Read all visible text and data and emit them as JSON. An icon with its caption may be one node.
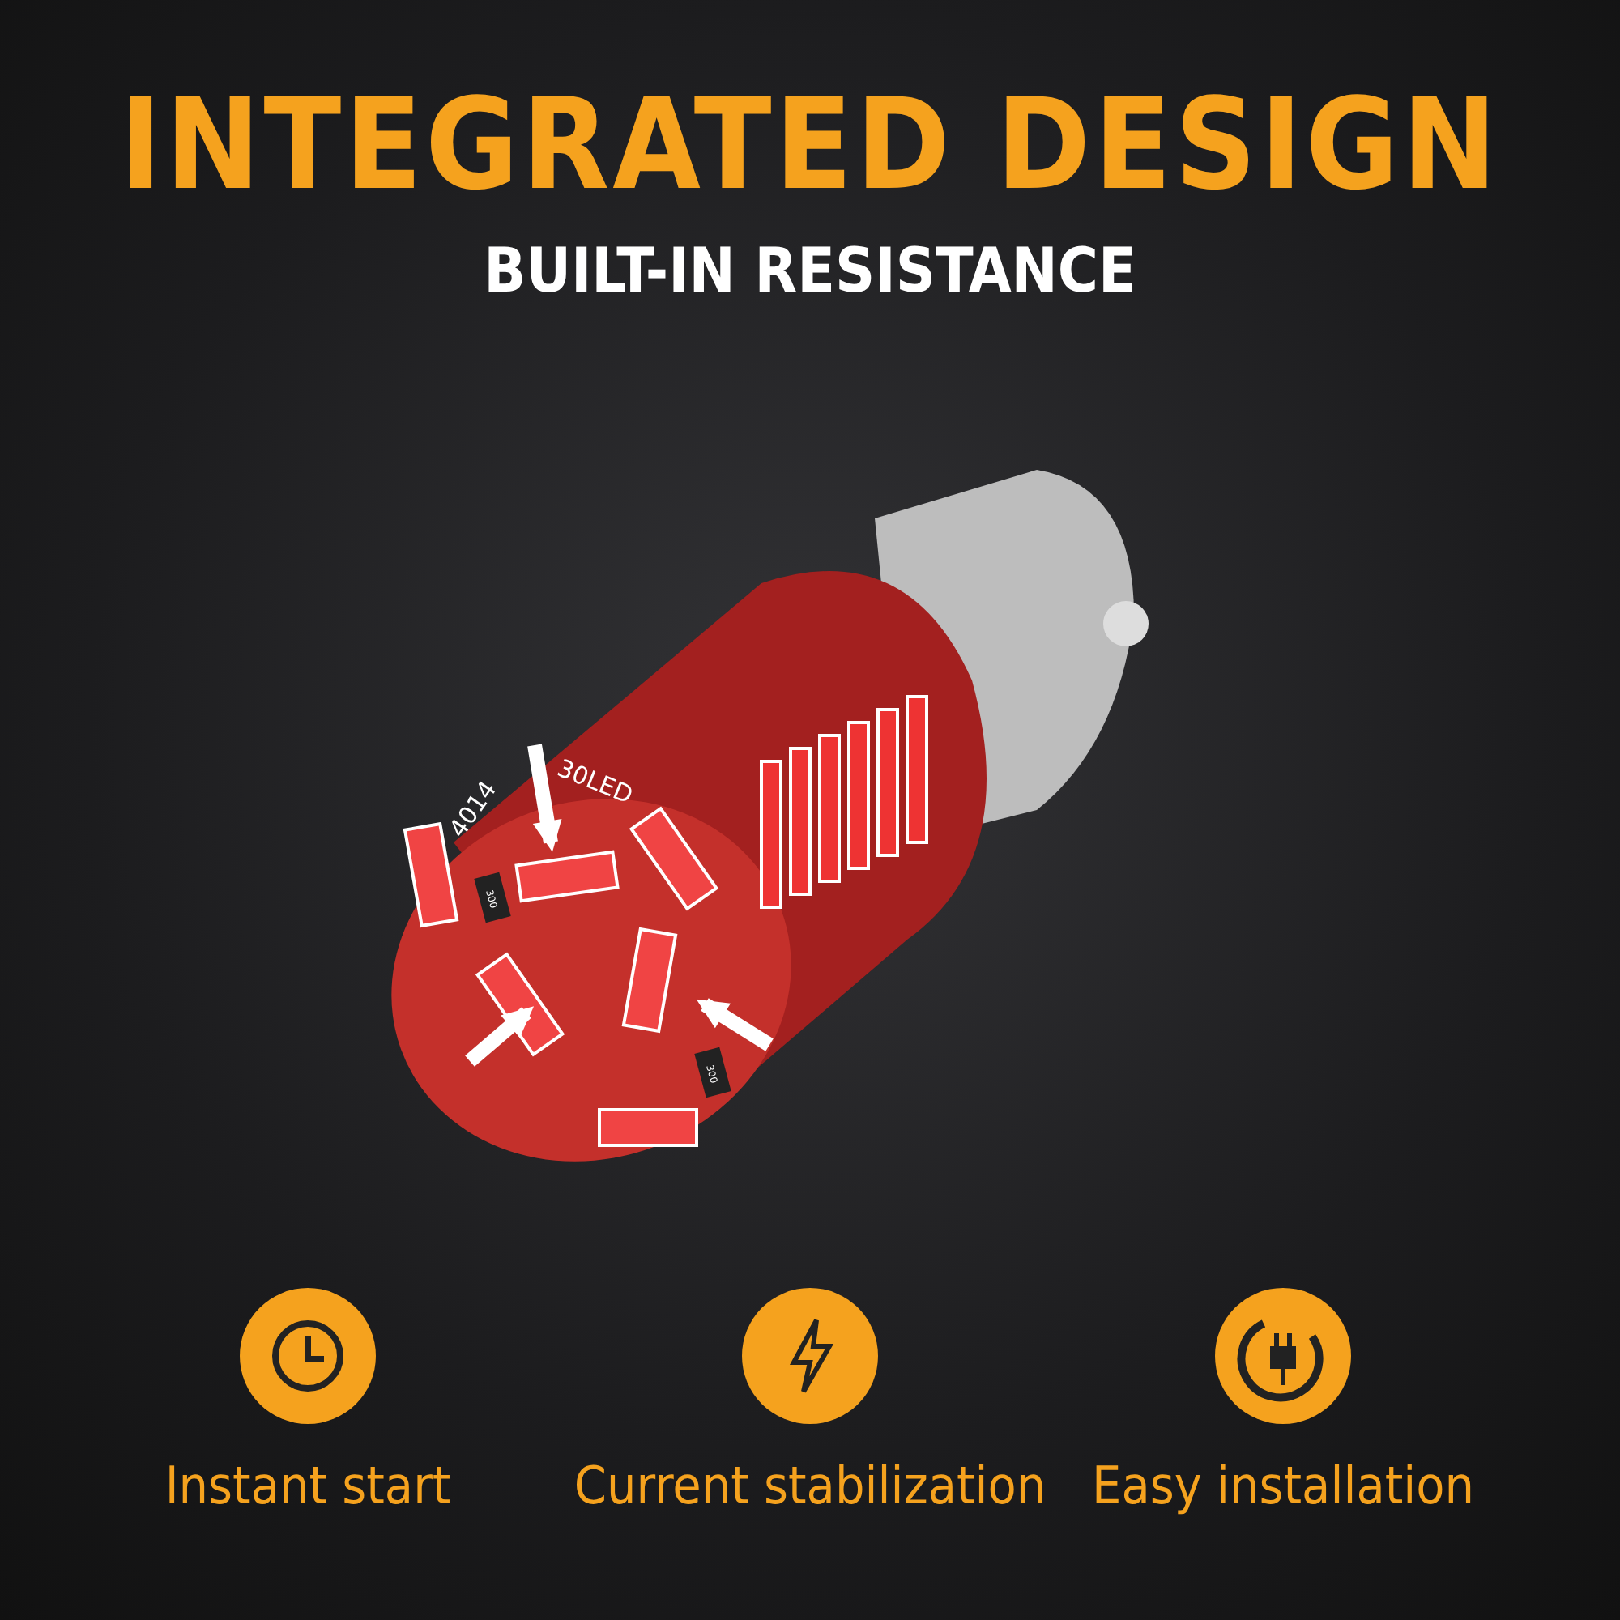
{
  "diagram": {
    "title": "INTEGRATED DESIGN",
    "labels": [
      "BUILT-IN RESISTANCE",
      "4014",
      "30LED",
      "300",
      "300",
      "Instant start",
      "Current stabilization",
      "Easy installation"
    ]
  }
}
